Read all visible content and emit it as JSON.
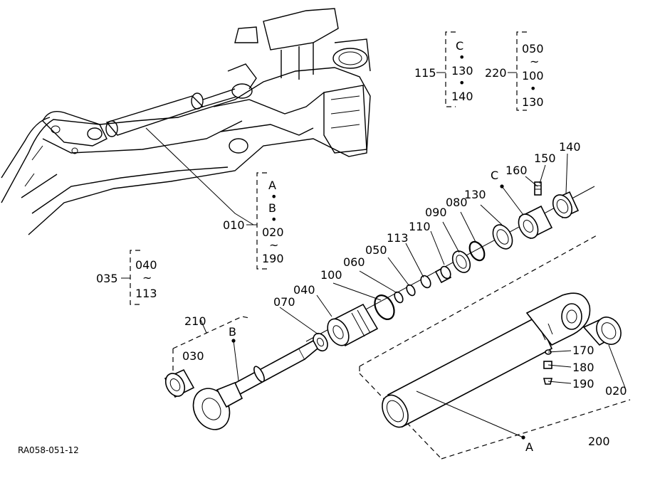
{
  "diagram": {
    "reference_code": "RA058-051-12",
    "labels": {
      "p010": "010",
      "p020": "020",
      "p030": "030",
      "p035": "035",
      "p040": "040",
      "p050": "050",
      "p060": "060",
      "p070": "070",
      "p080": "080",
      "p090": "090",
      "p100": "100",
      "p110": "110",
      "p113": "113",
      "p115": "115",
      "p130": "130",
      "p140": "140",
      "p150": "150",
      "p160": "160",
      "p170": "170",
      "p180": "180",
      "p190": "190",
      "p200": "200",
      "p210": "210",
      "p220": "220",
      "mark_a": "A",
      "mark_b": "B",
      "mark_c": "C"
    },
    "groups": {
      "g115": [
        "C",
        "•",
        "130",
        "•",
        "140"
      ],
      "g220": [
        "050",
        "~",
        "100",
        "•",
        "130"
      ],
      "g010": [
        "A",
        "•",
        "B",
        "•",
        "020",
        "~",
        "190"
      ],
      "g035": [
        "040",
        "~",
        "113"
      ]
    }
  }
}
